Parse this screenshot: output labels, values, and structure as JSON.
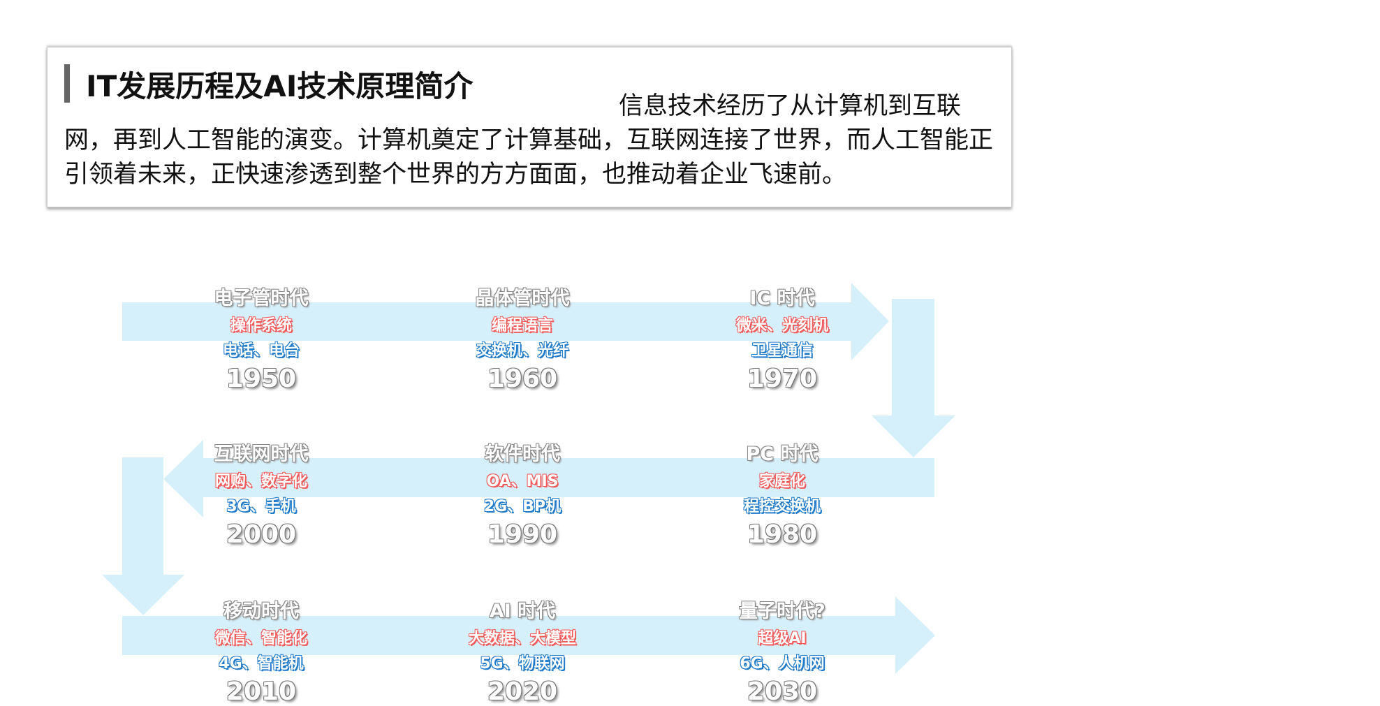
{
  "header": {
    "title": "IT发展历程及AI技术原理简介",
    "description": "信息技术经历了从计算机到互联网，再到人工智能的演变。计算机奠定了计算基础，互联网连接了世界，而人工智能正引领着未来，正快速渗透到整个世界的方方面面，也推动着企业飞速前。"
  },
  "colors": {
    "arrow": "#d6f0fb",
    "red": "#f05a5a",
    "blue": "#1f7ac8"
  },
  "timeline": [
    {
      "era": "电子管时代",
      "red": "操作系统",
      "blue": "电话、电台",
      "year": "1950"
    },
    {
      "era": "晶体管时代",
      "red": "编程语言",
      "blue": "交换机、光纤",
      "year": "1960"
    },
    {
      "era": "IC 时代",
      "red": "微米、光刻机",
      "blue": "卫星通信",
      "year": "1970"
    },
    {
      "era": "PC 时代",
      "red": "家庭化",
      "blue": "程控交换机",
      "year": "1980"
    },
    {
      "era": "软件时代",
      "red": "OA、MIS",
      "blue": "2G、BP机",
      "year": "1990"
    },
    {
      "era": "互联网时代",
      "red": "网购、数字化",
      "blue": "3G、手机",
      "year": "2000"
    },
    {
      "era": "移动时代",
      "red": "微信、智能化",
      "blue": "4G、智能机",
      "year": "2010"
    },
    {
      "era": "AI 时代",
      "red": "大数据、大模型",
      "blue": "5G、物联网",
      "year": "2020"
    },
    {
      "era": "量子时代?",
      "red": "超级AI",
      "blue": "6G、人机网",
      "year": "2030"
    }
  ]
}
